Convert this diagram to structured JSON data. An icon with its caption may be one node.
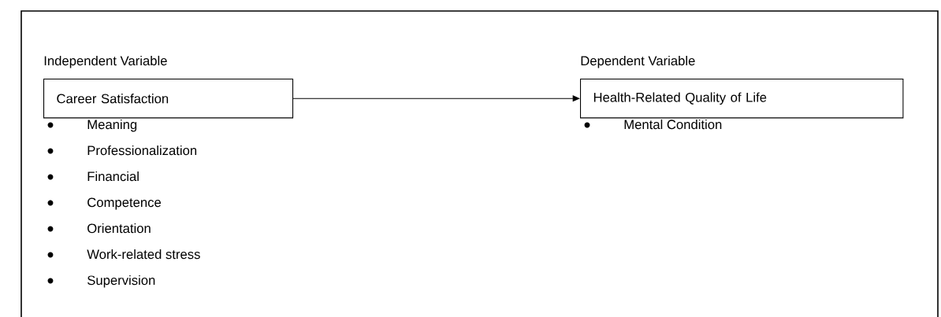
{
  "diagram": {
    "nodes": [
      {
        "text": [
          "Independent Variable",
          "Career Satisfaction"
        ],
        "beside": [
          "Meaning",
          "Professionalization",
          "Financial",
          "Competence",
          "Orientation",
          "Work-related stress",
          "Supervision"
        ]
      },
      {
        "text": [
          "Dependent Variable",
          "Health-Related Quality of Life"
        ],
        "beside": [
          "Mental Condition"
        ]
      }
    ],
    "edges": [
      {
        "from": 0,
        "to": 1,
        "arrow": "to"
      }
    ]
  }
}
